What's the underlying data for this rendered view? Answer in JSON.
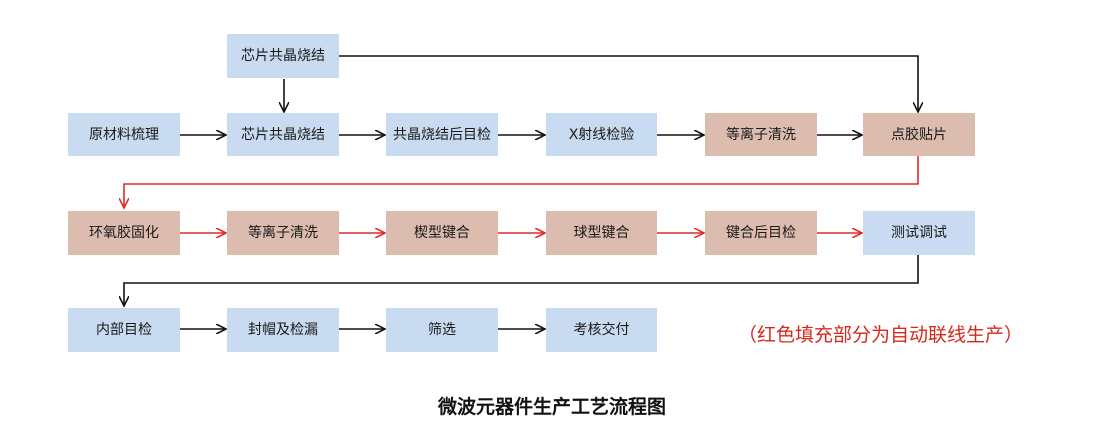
{
  "colors": {
    "automated_fill": "#dcbcae",
    "manual_fill": "#c9dbf1",
    "automated_arrow": "#e02b25",
    "manual_arrow": "#111111",
    "note_text": "#d42a1e"
  },
  "steps": {
    "chip_eutectic_top": "芯片共晶烧结",
    "raw_material": "原材料梳理",
    "chip_eutectic": "芯片共晶烧结",
    "post_sinter_inspect": "共晶烧结后目检",
    "xray": "X射线检验",
    "plasma_clean_1": "等离子清洗",
    "dispense_attach": "点胶贴片",
    "epoxy_cure": "环氧胶固化",
    "plasma_clean_2": "等离子清洗",
    "wedge_bond": "楔型键合",
    "ball_bond": "球型键合",
    "post_bond_inspect": "键合后目检",
    "test_tune": "测试调试",
    "internal_inspect": "内部目检",
    "seal_leak": "封帽及检漏",
    "screening": "筛选",
    "delivery": "考核交付"
  },
  "legend_note": "（红色填充部分为自动联线生产）",
  "title": "微波元器件生产工艺流程图"
}
